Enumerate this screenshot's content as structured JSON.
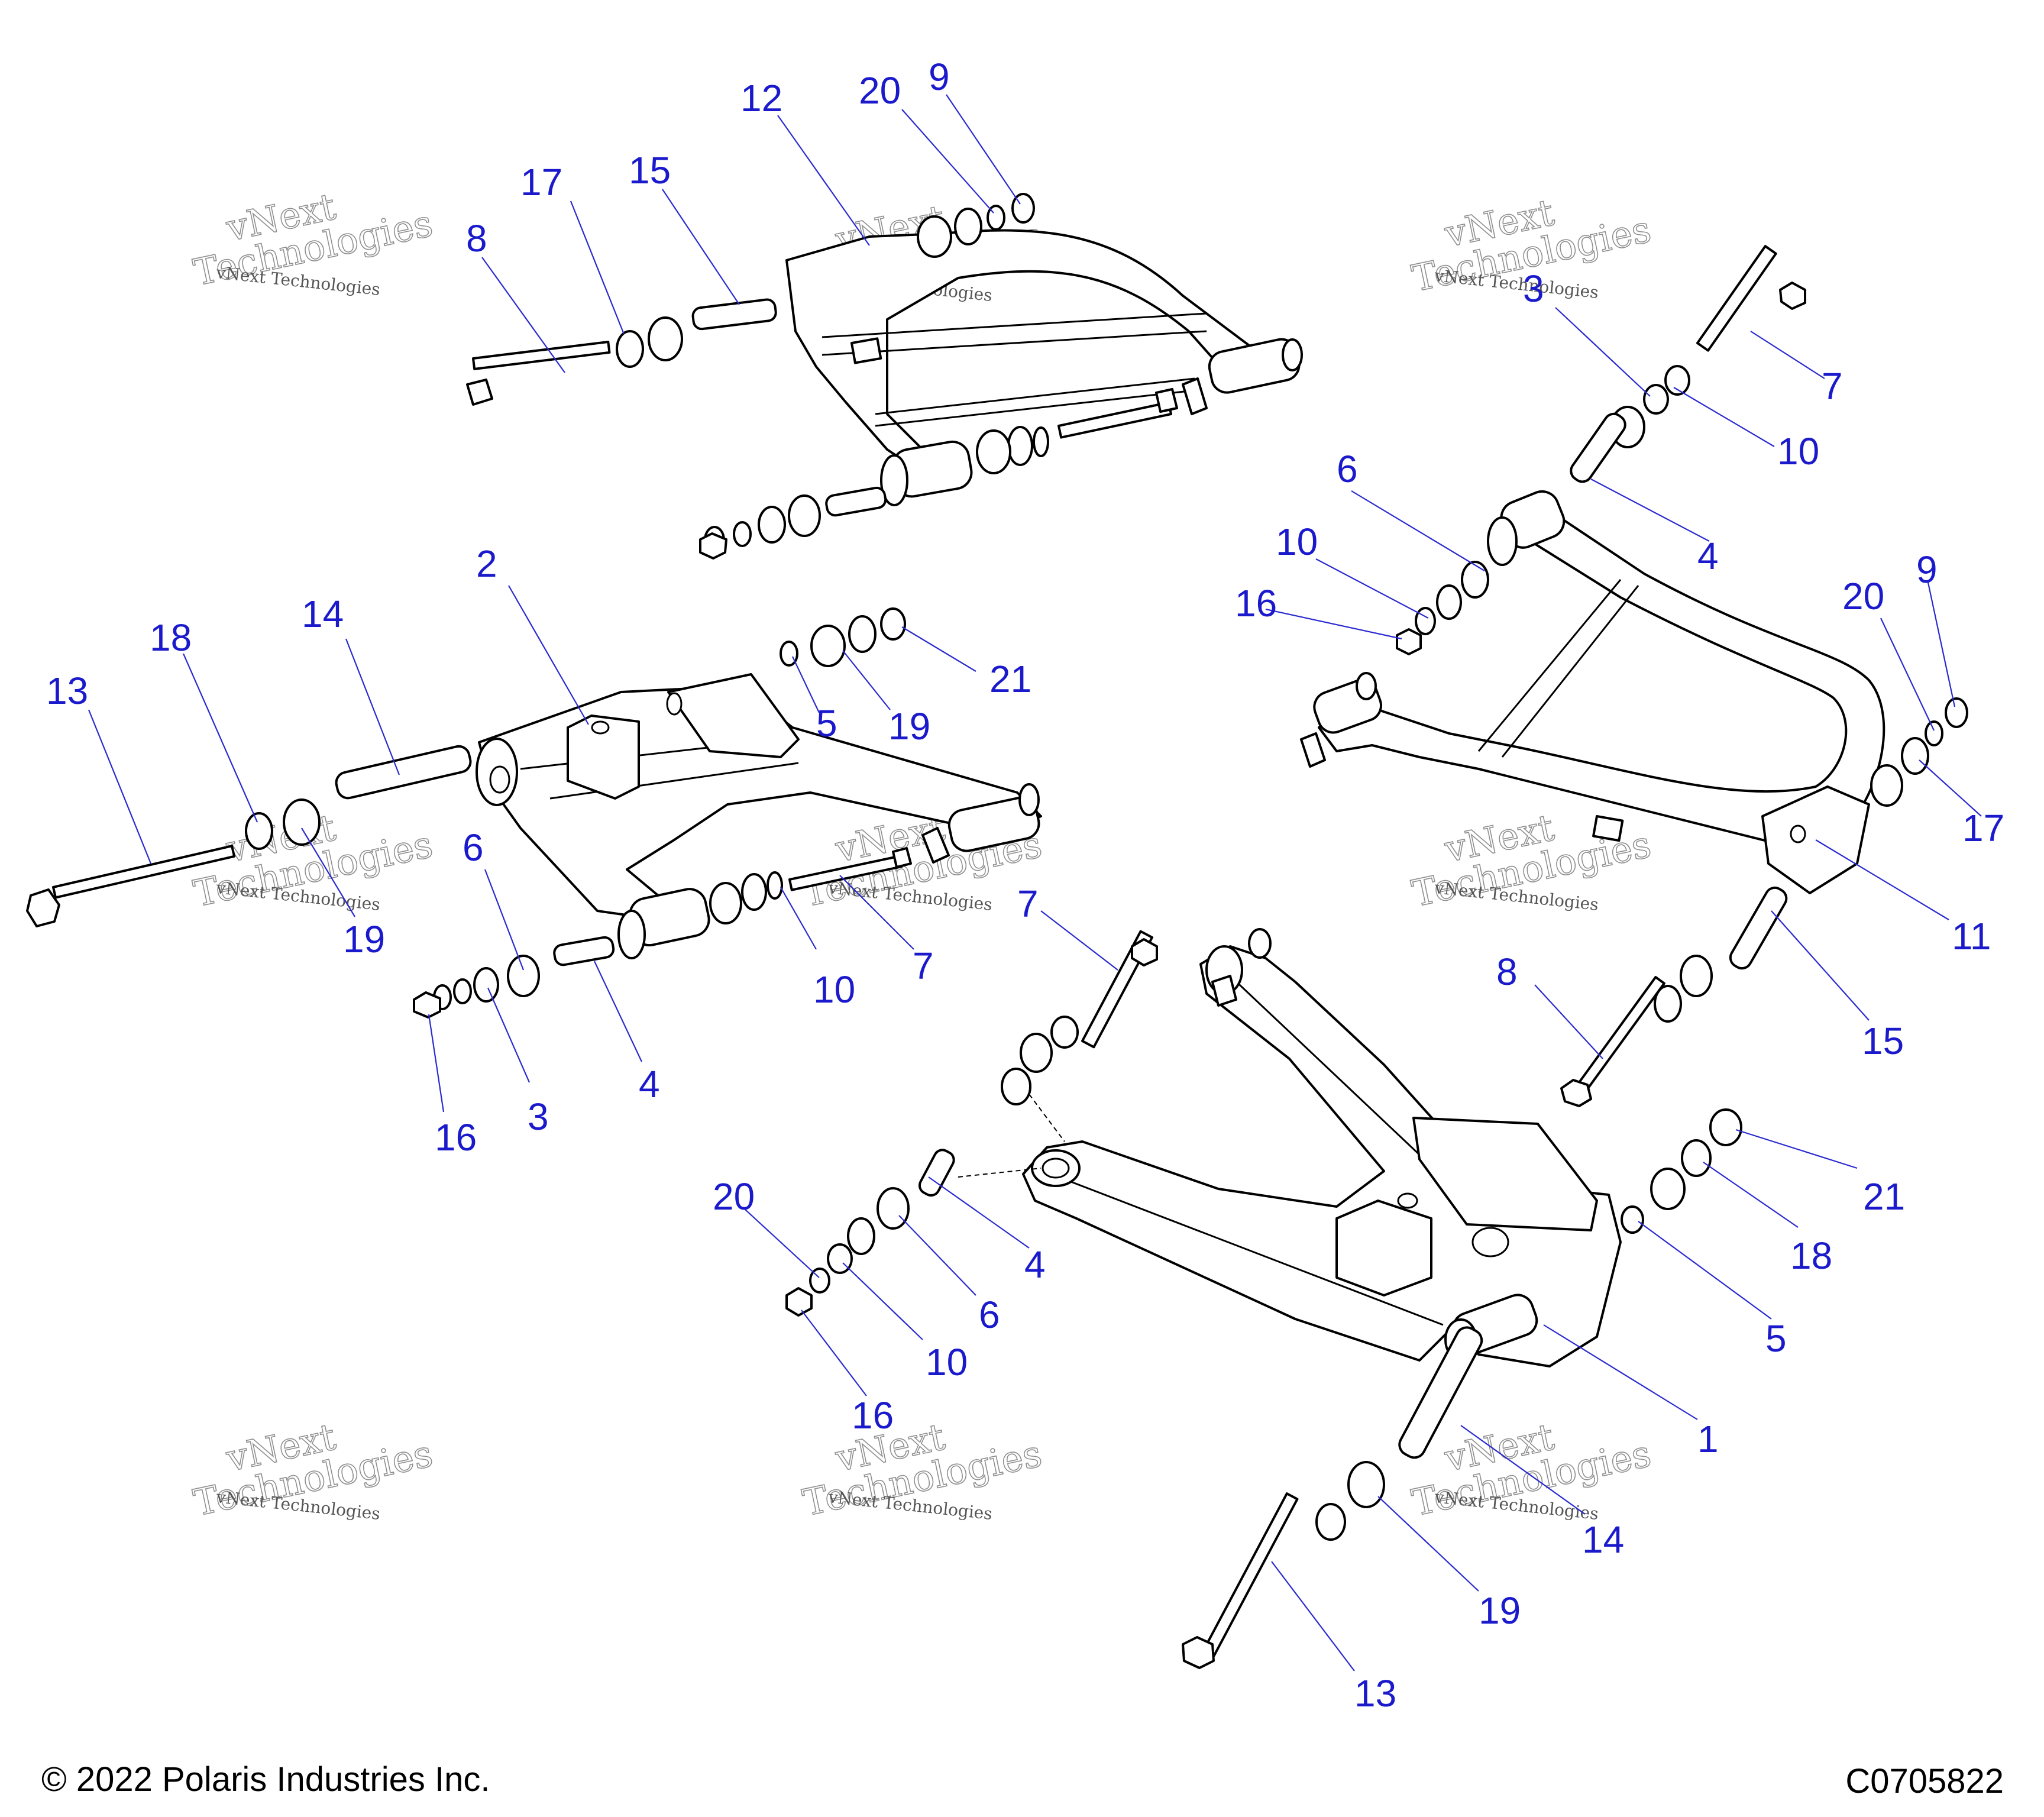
{
  "footer": {
    "copyright": "© 2022 Polaris Industries Inc.",
    "drawing_id": "C0705822"
  },
  "watermark": {
    "line_small": "vNext Technologies",
    "line_big_1": "vNext",
    "line_big_2": "Technologies"
  },
  "callouts": {
    "c12": "12",
    "c20a": "20",
    "c9a": "9",
    "c17a": "17",
    "c15a": "15",
    "c8a": "8",
    "c3a": "3",
    "c7a": "7",
    "c10a": "10",
    "c6a": "6",
    "c4a": "4",
    "c10b": "10",
    "c16a": "16",
    "c20b": "20",
    "c9b": "9",
    "c17b": "17",
    "c11": "11",
    "c2": "2",
    "c14a": "14",
    "c18a": "18",
    "c13a": "13",
    "c5a": "5",
    "c19a": "19",
    "c21a": "21",
    "c19b": "19",
    "c6b": "6",
    "c10c": "10",
    "c7b": "7",
    "c16b": "16",
    "c3b": "3",
    "c4b": "4",
    "c7c": "7",
    "c8b": "8",
    "c15b": "15",
    "c20c": "20",
    "c4c": "4",
    "c6c": "6",
    "c10d": "10",
    "c16c": "16",
    "c21b": "21",
    "c18b": "18",
    "c5b": "5",
    "c1": "1",
    "c14b": "14",
    "c19c": "19",
    "c13b": "13"
  }
}
